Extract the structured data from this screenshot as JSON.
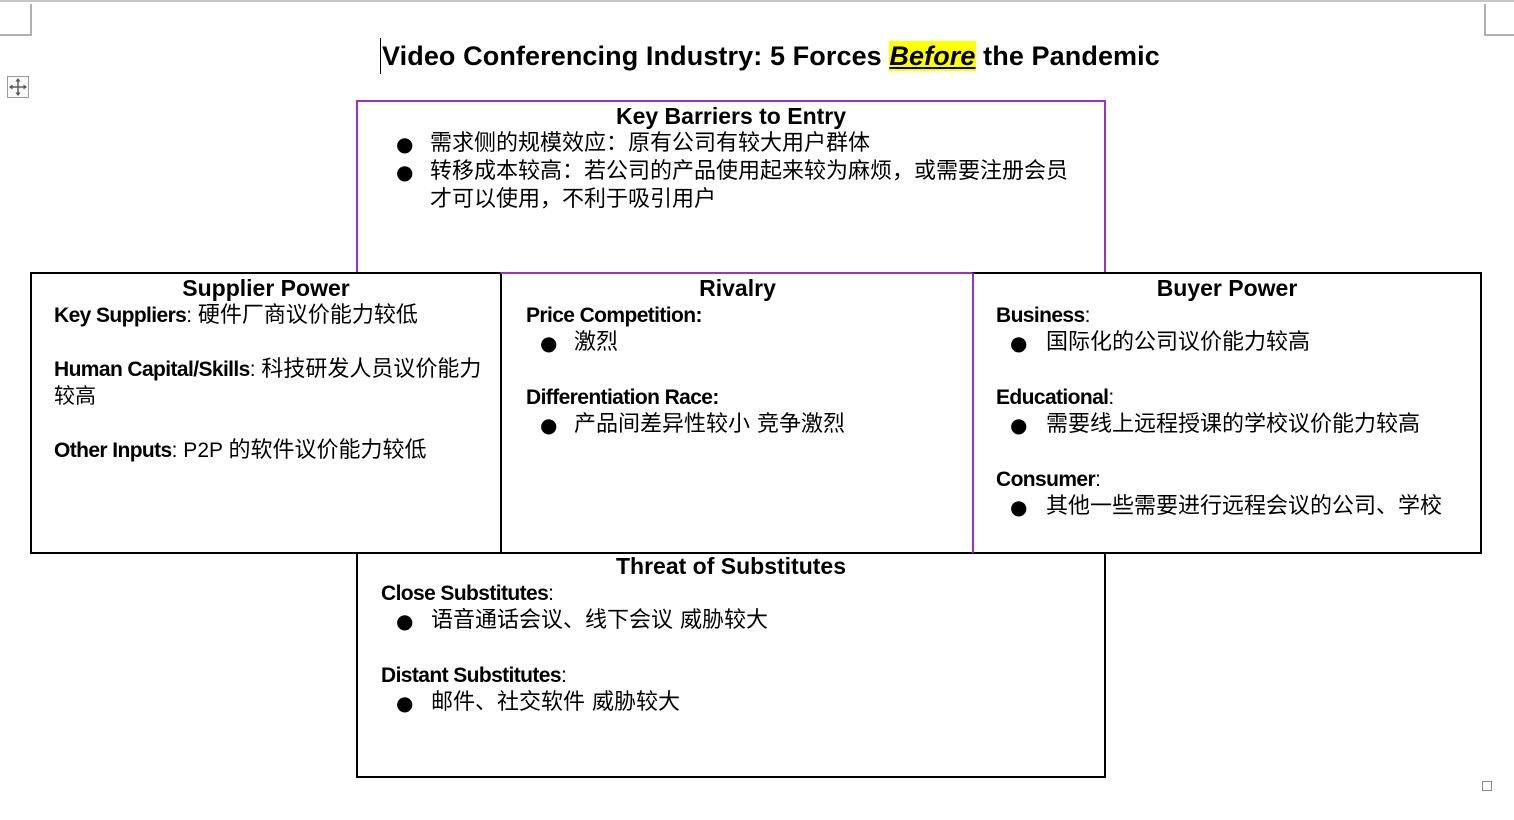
{
  "title": {
    "before_text": "Video Conferencing Industry: 5 Forces ",
    "highlight_text": "Before",
    "after_text": " the Pandemic"
  },
  "bullet_char": "●",
  "entry": {
    "heading": "Key Barriers to Entry",
    "items": [
      "需求侧的规模效应：原有公司有较大用户群体",
      "转移成本较高：若公司的产品使用起来较为麻烦，或需要注册会员",
      "才可以使用，不利于吸引用户"
    ]
  },
  "supplier": {
    "heading": "Supplier Power",
    "key_label": "Key Suppliers",
    "key_sep": ":  ",
    "key_value": "硬件厂商议价能力较低",
    "human_label": "Human Capital/Skills",
    "human_sep": ": ",
    "human_value_1": "科技研发人员议价能力",
    "human_value_2": "较高",
    "other_label": "Other Inputs",
    "other_sep": ": P2P ",
    "other_value": "的软件议价能力较低"
  },
  "rivalry": {
    "heading": "Rivalry",
    "price_label": "Price Competition:",
    "price_items": [
      "激烈"
    ],
    "diff_label": "Differentiation Race:",
    "diff_items": [
      "产品间差异性较小 竞争激烈"
    ]
  },
  "buyer": {
    "heading": "Buyer Power",
    "business_label": "Business",
    "business_items": [
      "国际化的公司议价能力较高"
    ],
    "educational_label": "Educational",
    "educational_items": [
      "需要线上远程授课的学校议价能力较高"
    ],
    "consumer_label": "Consumer",
    "consumer_items": [
      "其他一些需要进行远程会议的公司、学校"
    ]
  },
  "substitutes": {
    "heading": "Threat of Substitutes",
    "close_label": "Close Substitutes",
    "close_items": [
      "语音通话会议、线下会议 威胁较大"
    ],
    "distant_label": "Distant Substitutes",
    "distant_items": [
      "邮件、社交软件 威胁较大"
    ]
  },
  "colors": {
    "highlight": "#ffff00",
    "purple_border": "#9932cc",
    "black_border": "#000000"
  },
  "icons": {
    "table_move": "move-arrows-icon",
    "table_resize": "resize-square-icon"
  }
}
